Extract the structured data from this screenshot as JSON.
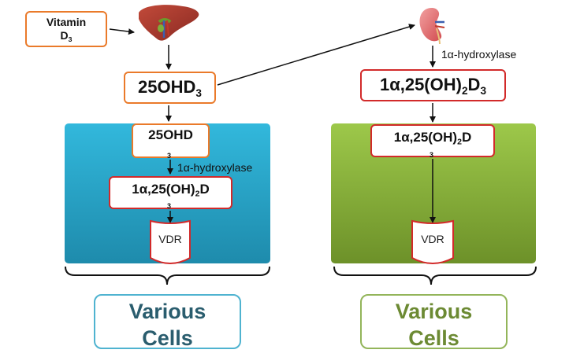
{
  "vitamin_d3": {
    "text": "Vitamin",
    "sub_base": "D",
    "sub": "3"
  },
  "liver_organ": {
    "label": ""
  },
  "kidney_organ": {
    "label": ""
  },
  "top_left": {
    "main": "25OHD",
    "sub": "3"
  },
  "top_right": {
    "main": "1α,25(OH)",
    "mid_sub": "2",
    "tail": "D",
    "sub": "3"
  },
  "enzyme_top": "1α-hydroxylase",
  "blue_panel": {
    "box1_main": "25OHD",
    "box1_sub": "3",
    "enzyme": "1α-hydroxylase",
    "box2_main": "1α,25(OH)",
    "box2_mid_sub": "2",
    "box2_tail": "D",
    "box2_sub": "3",
    "vdr": "VDR",
    "cells_line1": "Various",
    "cells_line2": "Cells"
  },
  "green_panel": {
    "box_main": "1α,25(OH)",
    "box_mid_sub": "2",
    "box_tail": "D",
    "box_sub": "3",
    "vdr": "VDR",
    "cells_line1": "Various",
    "cells_line2": "Cells"
  },
  "colors": {
    "orange_border": "#ea7a2a",
    "red_border": "#d22a2a",
    "blue_panel": "#28a3c8",
    "green_panel": "#86ad3a",
    "cells_blue_text": "#2a5d6e",
    "cells_green_text": "#6c8a33"
  }
}
